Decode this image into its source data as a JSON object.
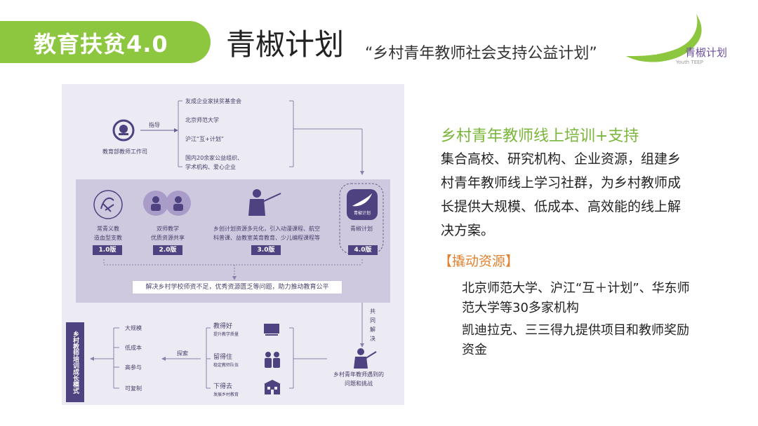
{
  "header": {
    "pill_text": "教育扶贫4.0",
    "main_title": "青椒计划",
    "sub_title": "“乡村青年教师社会支持公益计划”",
    "logo_name": "青椒计划",
    "logo_sub": "Youth TEEP"
  },
  "colors": {
    "green": "#8dc63f",
    "purple": "#4e4280",
    "orange": "#e0822f",
    "panel": "#eceaf3"
  },
  "diagram": {
    "top": {
      "ministry": "教育部教师工作司",
      "guide": "指导",
      "partners": [
        "友成企业家扶贫基金会",
        "北京师范大学",
        "沪江“互+计划”",
        "国内20余家公益组织、",
        "学术机构、爱心企业"
      ]
    },
    "versions": [
      {
        "icon": "calligraphy-icon",
        "line1": "常青义教",
        "line2": "造血型支教",
        "badge": "1.0版"
      },
      {
        "icon": "two-teachers-icon",
        "line1": "双师教学",
        "line2": "优质资源共享",
        "badge": "2.0版"
      },
      {
        "icon": "presenter-icon",
        "line1": "乡创计划资源多元化，引入动漫课程、航空",
        "line2": "科普课、益教室美育教育、少儿编程课程等",
        "badge": "3.0版"
      },
      {
        "icon": "app-icon",
        "app_label": "青椒计划",
        "line1": "青椒计划",
        "line2": "",
        "badge": "4.0版"
      }
    ],
    "banner": "解决乡村学校师资不足，优秀资源匮乏等问题，助力推动教育公平",
    "joint": [
      "共",
      "同",
      "解",
      "决"
    ],
    "vertical_label": "乡村教师培训成长模式",
    "features": [
      "大规模",
      "低成本",
      "高参与",
      "可复制"
    ],
    "explore": "探索",
    "goals": [
      {
        "title": "教得好",
        "sub": "提升教学质量"
      },
      {
        "title": "留得住",
        "sub": "稳定教师队伍"
      },
      {
        "title": "下得去",
        "sub": "发展乡村教育"
      }
    ],
    "challenge": [
      "乡村青年教师遇到的",
      "问题和挑战"
    ]
  },
  "right": {
    "title": "乡村青年教师线上培训+支持",
    "paragraph": "集合高校、研究机构、企业资源，组建乡村青年教师线上学习社群，为乡村教师成长提供大规模、低成本、高效能的线上解决方案。",
    "resources_label": "【撬动资源】",
    "items": [
      "北京师范大学、沪江“互＋计划”、华东师范大学等30多家机构",
      "凯迪拉克、三三得九提供项目和教师奖励资金"
    ]
  }
}
